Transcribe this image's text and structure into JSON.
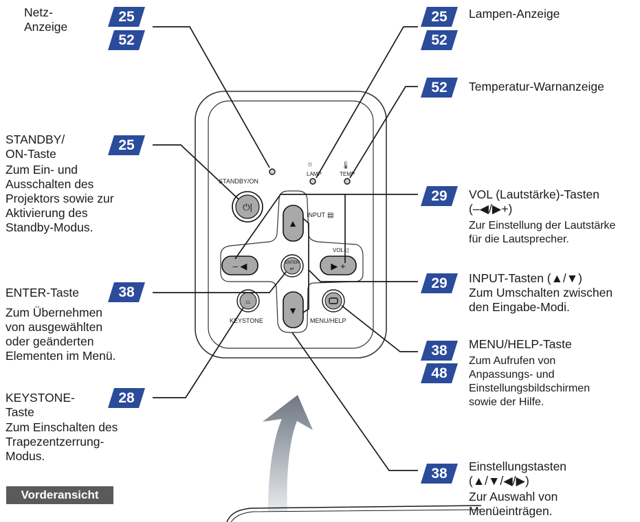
{
  "left": {
    "netz": {
      "title": [
        "Netz-",
        "Anzeige"
      ],
      "refs": [
        "25",
        "52"
      ]
    },
    "standby": {
      "title": [
        "STANDBY/",
        "ON-Taste"
      ],
      "desc": [
        "Zum Ein- und",
        "Ausschalten des",
        "Projektors sowie zur",
        "Aktivierung des",
        "Standby-Modus."
      ],
      "refs": [
        "25"
      ]
    },
    "enter": {
      "title": [
        "ENTER-Taste"
      ],
      "desc": [
        "Zum Übernehmen",
        "von ausgewählten",
        "oder geänderten",
        "Elementen im Menü."
      ],
      "refs": [
        "38"
      ]
    },
    "keystone": {
      "title": [
        "KEYSTONE-",
        "Taste"
      ],
      "desc": [
        "Zum Einschalten des",
        "Trapezentzerrung-",
        "Modus."
      ],
      "refs": [
        "28"
      ]
    }
  },
  "right": {
    "lamp": {
      "title": [
        "Lampen-Anzeige"
      ],
      "refs": [
        "25",
        "52"
      ]
    },
    "temp": {
      "title": [
        "Temperatur-Warnanzeige"
      ],
      "refs": [
        "52"
      ]
    },
    "vol": {
      "title": [
        "VOL (Lautstärke)-Tasten",
        "(–◀/▶+)"
      ],
      "desc": [
        "Zur Einstellung der Lautstärke",
        "für die Lautsprecher."
      ],
      "refs": [
        "29"
      ]
    },
    "input": {
      "title": [
        "INPUT-Tasten (▲/▼)",
        "Zum Umschalten zwischen",
        "den Eingabe-Modi."
      ],
      "refs": [
        "29"
      ]
    },
    "menu": {
      "title": [
        "MENU/HELP-Taste"
      ],
      "desc": [
        "Zum Aufrufen von",
        "Anpassungs- und",
        "Einstellungsbildschirmen",
        "sowie der Hilfe."
      ],
      "refs": [
        "38",
        "48"
      ]
    },
    "einst": {
      "title": [
        "Einstellungstasten",
        "(▲/▼/◀/▶)"
      ],
      "desc": [
        "Zur Auswahl von",
        "Menüeinträgen."
      ],
      "refs": [
        "38"
      ]
    }
  },
  "panel": {
    "standby_label": "STANDBY/ON",
    "lamp_label": "LAMP",
    "temp_label": "TEMP",
    "input_label": "INPUT",
    "vol_label": "VOL",
    "enter_label": "ENTER",
    "keystone_label": "KEYSTONE",
    "menu_label": "MENU/HELP"
  },
  "footer": {
    "label": "Vorderansicht"
  },
  "colors": {
    "badge": "#2b4b9b",
    "line": "#1a1a1a",
    "panel_stroke": "#333333",
    "arrow": "#8a9099"
  }
}
